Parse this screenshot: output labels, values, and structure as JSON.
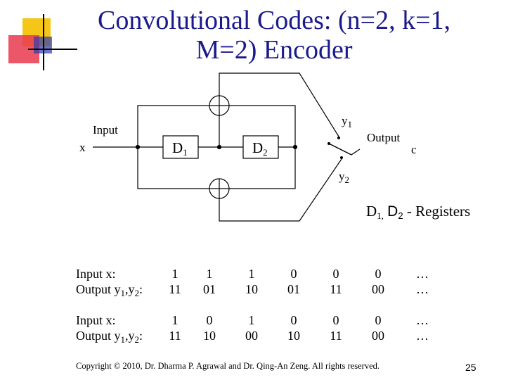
{
  "title": {
    "line1": "Convolutional Codes: (n=2, k=1,",
    "line2": "M=2) Encoder"
  },
  "diagram": {
    "input_label": "Input",
    "input_symbol": "x",
    "d1": {
      "base": "D",
      "sub": "1"
    },
    "d2": {
      "base": "D",
      "sub": "2"
    },
    "y1": {
      "base": "y",
      "sub": "1"
    },
    "y2": {
      "base": "y",
      "sub": "2"
    },
    "output_label": "Output",
    "output_symbol": "c",
    "adder_icon": "circle-plus-icon",
    "switch_icon": "commutator-switch-icon"
  },
  "register_note": {
    "d1_base": "D",
    "d1_sub": "1,",
    "d2": "D",
    "d2_sub": "2",
    "suffix": "- Registers"
  },
  "sequences": [
    {
      "input_label": "Input x:",
      "output_label_prefix": "Output y",
      "output_sub1": "1",
      "output_mid": ",y",
      "output_sub2": "2",
      "output_colon": ":",
      "inputs": [
        "1",
        "1",
        "1",
        "0",
        "0",
        "0",
        "…"
      ],
      "outputs": [
        "11",
        "01",
        "10",
        "01",
        "11",
        "00",
        "…"
      ]
    },
    {
      "input_label": "Input x:",
      "output_label_prefix": "Output y",
      "output_sub1": "1",
      "output_mid": ",y",
      "output_sub2": "2",
      "output_colon": ":",
      "inputs": [
        "1",
        "0",
        "1",
        "0",
        "0",
        "0",
        "…"
      ],
      "outputs": [
        "11",
        "10",
        "00",
        "10",
        "11",
        "00",
        "…"
      ]
    }
  ],
  "footer": "Copyright © 2010, Dr. Dharma P. Agrawal and Dr. Qing-An Zeng. All rights reserved.",
  "page_number": "25",
  "colors": {
    "title": "#1a1a8c",
    "deco_yellow": "#f5c518",
    "deco_red": "#e8384f",
    "deco_blue": "#2f3bb0"
  }
}
